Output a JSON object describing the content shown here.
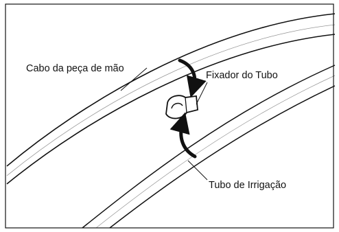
{
  "labels": {
    "handpiece_cable": "Cabo da peça de mão",
    "tube_clip": "Fixador do Tubo",
    "irrigation_tube": "Tubo de Irrigação"
  },
  "icons": [
    "curved-arrow-down-icon",
    "curved-arrow-up-icon",
    "tube-clip-icon"
  ],
  "colors": {
    "stroke": "#111111",
    "background": "#ffffff"
  }
}
